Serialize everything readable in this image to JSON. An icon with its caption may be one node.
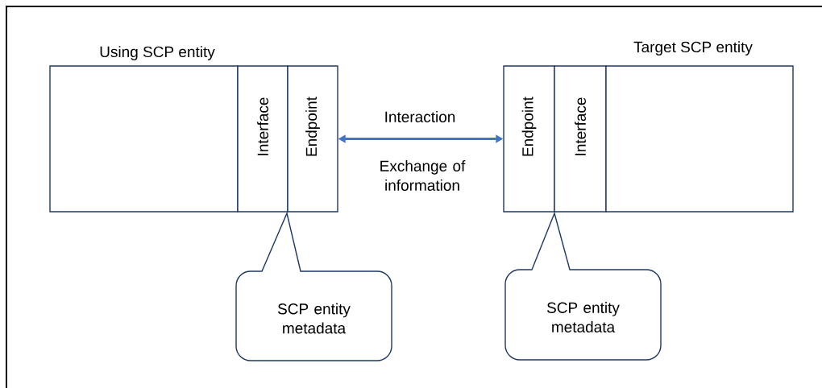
{
  "diagram": {
    "nodes": [
      {
        "text": [
          "Using SCP entity"
        ]
      },
      {
        "text": [
          "Interface"
        ]
      },
      {
        "text": [
          "Endpoint"
        ]
      },
      {
        "text": [
          "Endpoint"
        ]
      },
      {
        "text": [
          "Interface"
        ]
      },
      {
        "text": [
          "Target SCP entity"
        ]
      },
      {
        "text": [
          "SCP entity metadata"
        ]
      },
      {
        "text": [
          "SCP entity metadata"
        ]
      }
    ],
    "edges": [
      {
        "from": 2,
        "to": 3,
        "arrow": "both",
        "label": "Interaction",
        "color": "#4472c4"
      }
    ],
    "labels": [
      "Exchange of information"
    ]
  }
}
